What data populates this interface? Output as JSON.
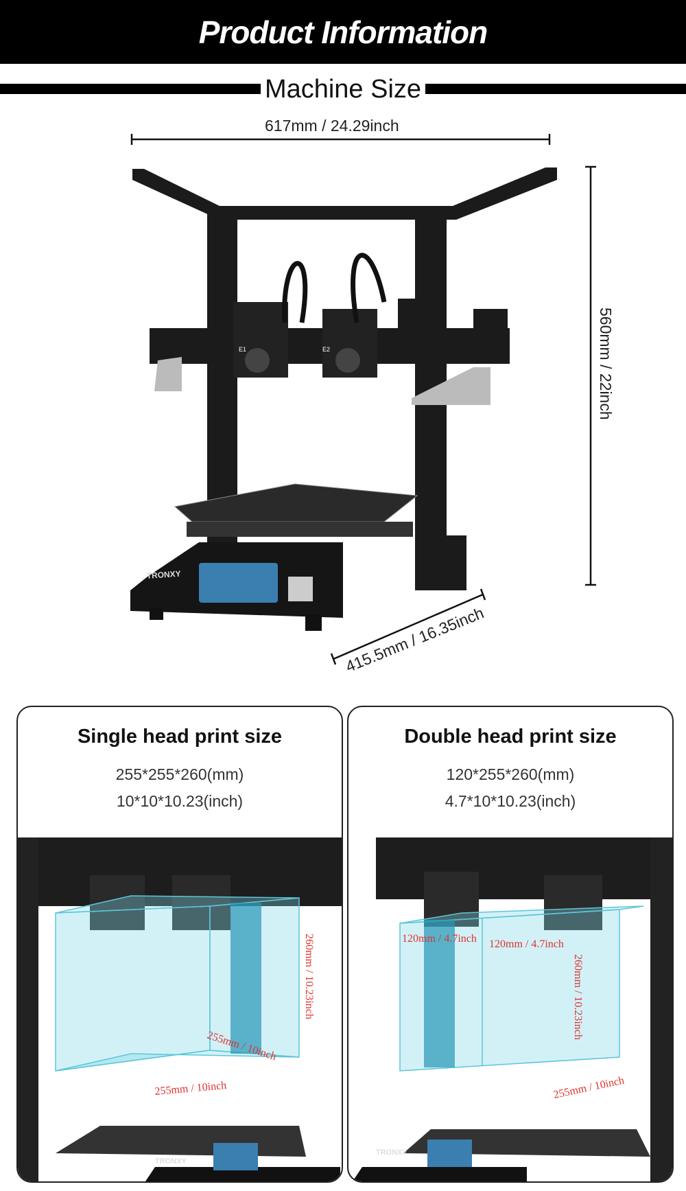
{
  "header": {
    "title": "Product Information"
  },
  "section": {
    "title": "Machine Size"
  },
  "dimensions": {
    "width": "617mm / 24.29inch",
    "height": "560mm / 22inch",
    "depth": "415.5mm / 16.35inch"
  },
  "printer": {
    "brand": "TRONXY",
    "extruder1": "E1",
    "extruder2": "E2"
  },
  "cards": [
    {
      "title": "Single head print size",
      "mm": "255*255*260(mm)",
      "inch": "10*10*10.23(inch)",
      "labels": {
        "height": "260mm / 10.23inch",
        "depth": "255mm / 10inch",
        "width": "255mm / 10inch"
      }
    },
    {
      "title": "Double head print size",
      "mm": "120*255*260(mm)",
      "inch": "4.7*10*10.23(inch)",
      "labels": {
        "left": "120mm / 4.7inch",
        "right": "120mm / 4.7inch",
        "height": "260mm / 10.23inch",
        "depth": "255mm / 10inch"
      }
    }
  ],
  "colors": {
    "volume": "#7fd8e8",
    "label": "#e0312f"
  }
}
